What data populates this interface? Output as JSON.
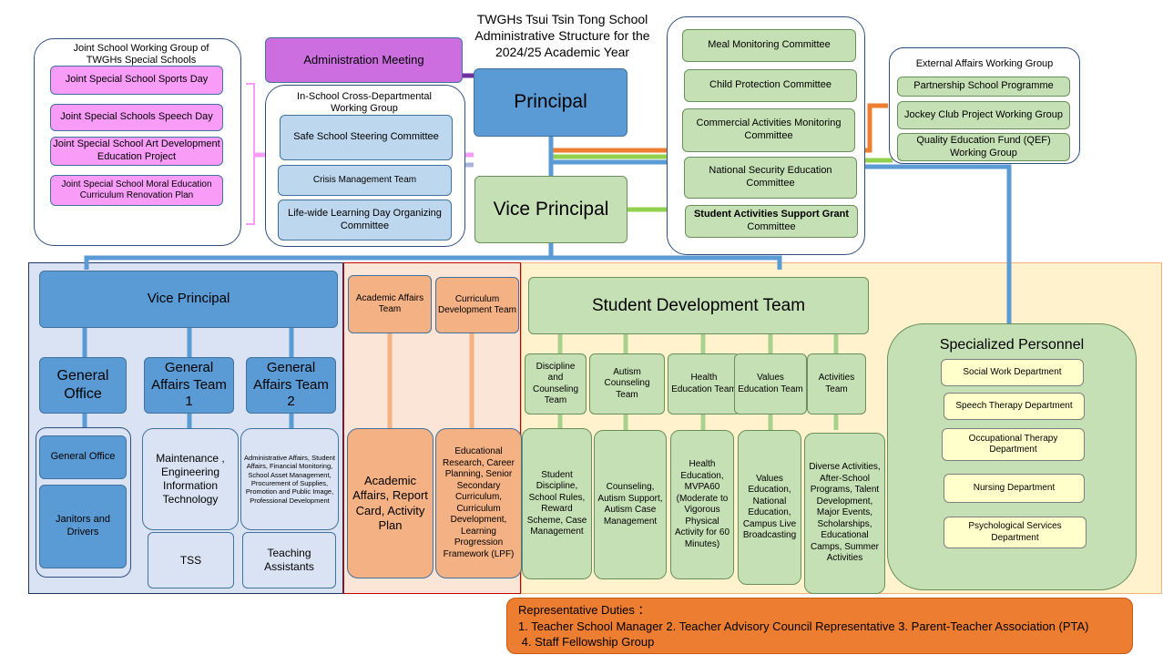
{
  "title": "TWGHs Tsui Tsin Tong School Administrative Structure for the 2024/25 Academic Year",
  "joint": {
    "title": "Joint School Working Group of TWGHs Special Schools",
    "items": [
      "Joint Special School Sports Day",
      "Joint Special Schools Speech Day",
      "Joint Special School Art Development Education Project",
      "Joint Special School Moral Education Curriculum Renovation Plan"
    ]
  },
  "admin_meeting": "Administration Meeting",
  "cross": {
    "title": "In-School Cross-Departmental Working Group",
    "items": [
      "Safe School Steering Committee",
      "Crisis Management Team",
      "Life-wide Learning Day Organizing Committee"
    ]
  },
  "principal": "Principal",
  "vice_principal_top": "Vice Principal",
  "committees": [
    "Meal Monitoring Committee",
    "Child Protection Committee",
    "Commercial Activities Monitoring Committee",
    "National Security Education Committee"
  ],
  "committee_bold": "Student Activities Support Grant",
  "committee_bold_tail": "Committee",
  "external": {
    "title": "External Affairs Working Group",
    "items": [
      "Partnership School Programme",
      "Jockey Club Project Working Group",
      "Quality Education Fund (QEF) Working Group"
    ]
  },
  "left": {
    "vp": "Vice Principal",
    "heads": [
      "General Office",
      "General Affairs Team 1",
      "General Affairs Team 2"
    ],
    "go_items": [
      "General Office",
      "Janitors and Drivers"
    ],
    "ga1": "Maintenance , Engineering Information Technology",
    "ga2": "Administrative Affairs, Student Affairs, Financial Monitoring, School Asset Management, Procurement of Supplies, Promotion and Public Image, Professional Development",
    "tss": "TSS",
    "ta": "Teaching Assistants"
  },
  "academic": {
    "heads": [
      "Academic Affairs Team",
      "Curriculum Development Team"
    ],
    "duties": [
      "Academic Affairs, Report Card, Activity Plan",
      "Educational Research, Career Planning, Senior Secondary Curriculum, Curriculum Development, Learning Progression Framework (LPF)"
    ]
  },
  "sdt": {
    "title": "Student Development Team",
    "teams": [
      "Discipline and Counseling Team",
      "Autism Counseling Team",
      "Health Education Team",
      "Values Education Team",
      "Activities Team"
    ],
    "duties": [
      "Student Discipline, School Rules, Reward Scheme, Case Management",
      "Counseling, Autism Support, Autism Case Management",
      "Health Education, MVPA60 (Moderate to Vigorous Physical Activity for 60 Minutes)",
      "Values Education, National Education, Campus Live Broadcasting",
      "Diverse Activities, After-School Programs, Talent Development, Major Events, Scholarships, Educational Camps, Summer Activities"
    ]
  },
  "specialized": {
    "title": "Specialized Personnel",
    "items": [
      "Social Work Department",
      "Speech Therapy Department",
      "Occupational Therapy Department",
      "Nursing Department",
      "Psychological Services Department"
    ]
  },
  "rep": {
    "title": "Representative Duties ：",
    "line1": "1. Teacher School Manager  2.  Teacher Advisory Council Representative 3.  Parent-Teacher Association (PTA)",
    "line2": " 4. Staff Fellowship Group"
  }
}
